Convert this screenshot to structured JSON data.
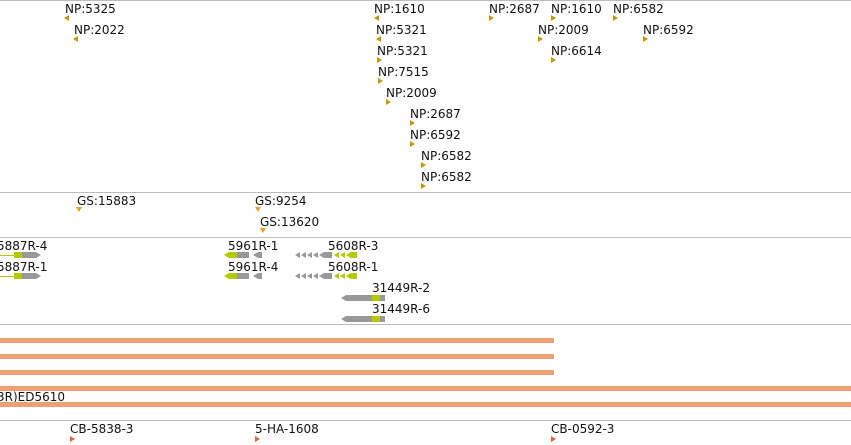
{
  "np_track": {
    "features": [
      {
        "label": "NP:5325",
        "strand": "-"
      },
      {
        "label": "NP:2022",
        "strand": "-"
      },
      {
        "label": "NP:1610",
        "strand": "-"
      },
      {
        "label": "NP:5321",
        "strand": "-"
      },
      {
        "label": "NP:5321",
        "strand": "+"
      },
      {
        "label": "NP:7515",
        "strand": "+"
      },
      {
        "label": "NP:2009",
        "strand": "+"
      },
      {
        "label": "NP:2687",
        "strand": "+"
      },
      {
        "label": "NP:6592",
        "strand": "+"
      },
      {
        "label": "NP:6582",
        "strand": "+"
      },
      {
        "label": "NP:6582",
        "strand": "+"
      },
      {
        "label": "NP:2687",
        "strand": "+"
      },
      {
        "label": "NP:1610",
        "strand": "+"
      },
      {
        "label": "NP:2009",
        "strand": "+"
      },
      {
        "label": "NP:6614",
        "strand": "+"
      },
      {
        "label": "NP:6582",
        "strand": "+"
      },
      {
        "label": "NP:6592",
        "strand": "+"
      }
    ]
  },
  "gs_track": {
    "features": [
      {
        "label": "GS:15883"
      },
      {
        "label": "GS:9254"
      },
      {
        "label": "GS:13620"
      }
    ]
  },
  "gene_track": {
    "features": [
      {
        "label": "5887R-4"
      },
      {
        "label": "5887R-1"
      },
      {
        "label": "5961R-1"
      },
      {
        "label": "5961R-4"
      },
      {
        "label": "5608R-3"
      },
      {
        "label": "5608R-1"
      },
      {
        "label": "31449R-2"
      },
      {
        "label": "31449R-6"
      }
    ]
  },
  "coverage_track": {
    "label": "3R)ED5610"
  },
  "cb_track": {
    "features": [
      {
        "label": "CB-5838-3"
      },
      {
        "label": "5-HA-1608"
      },
      {
        "label": "CB-0592-3"
      }
    ]
  },
  "colors": {
    "np_marker": "#c8960a",
    "gs_marker": "#e8a020",
    "gene_gray": "#999999",
    "gene_lime": "#b5c800",
    "coverage_bar": "#f0a070",
    "cb_marker": "#e06040",
    "separator": "#bdbdbd"
  }
}
